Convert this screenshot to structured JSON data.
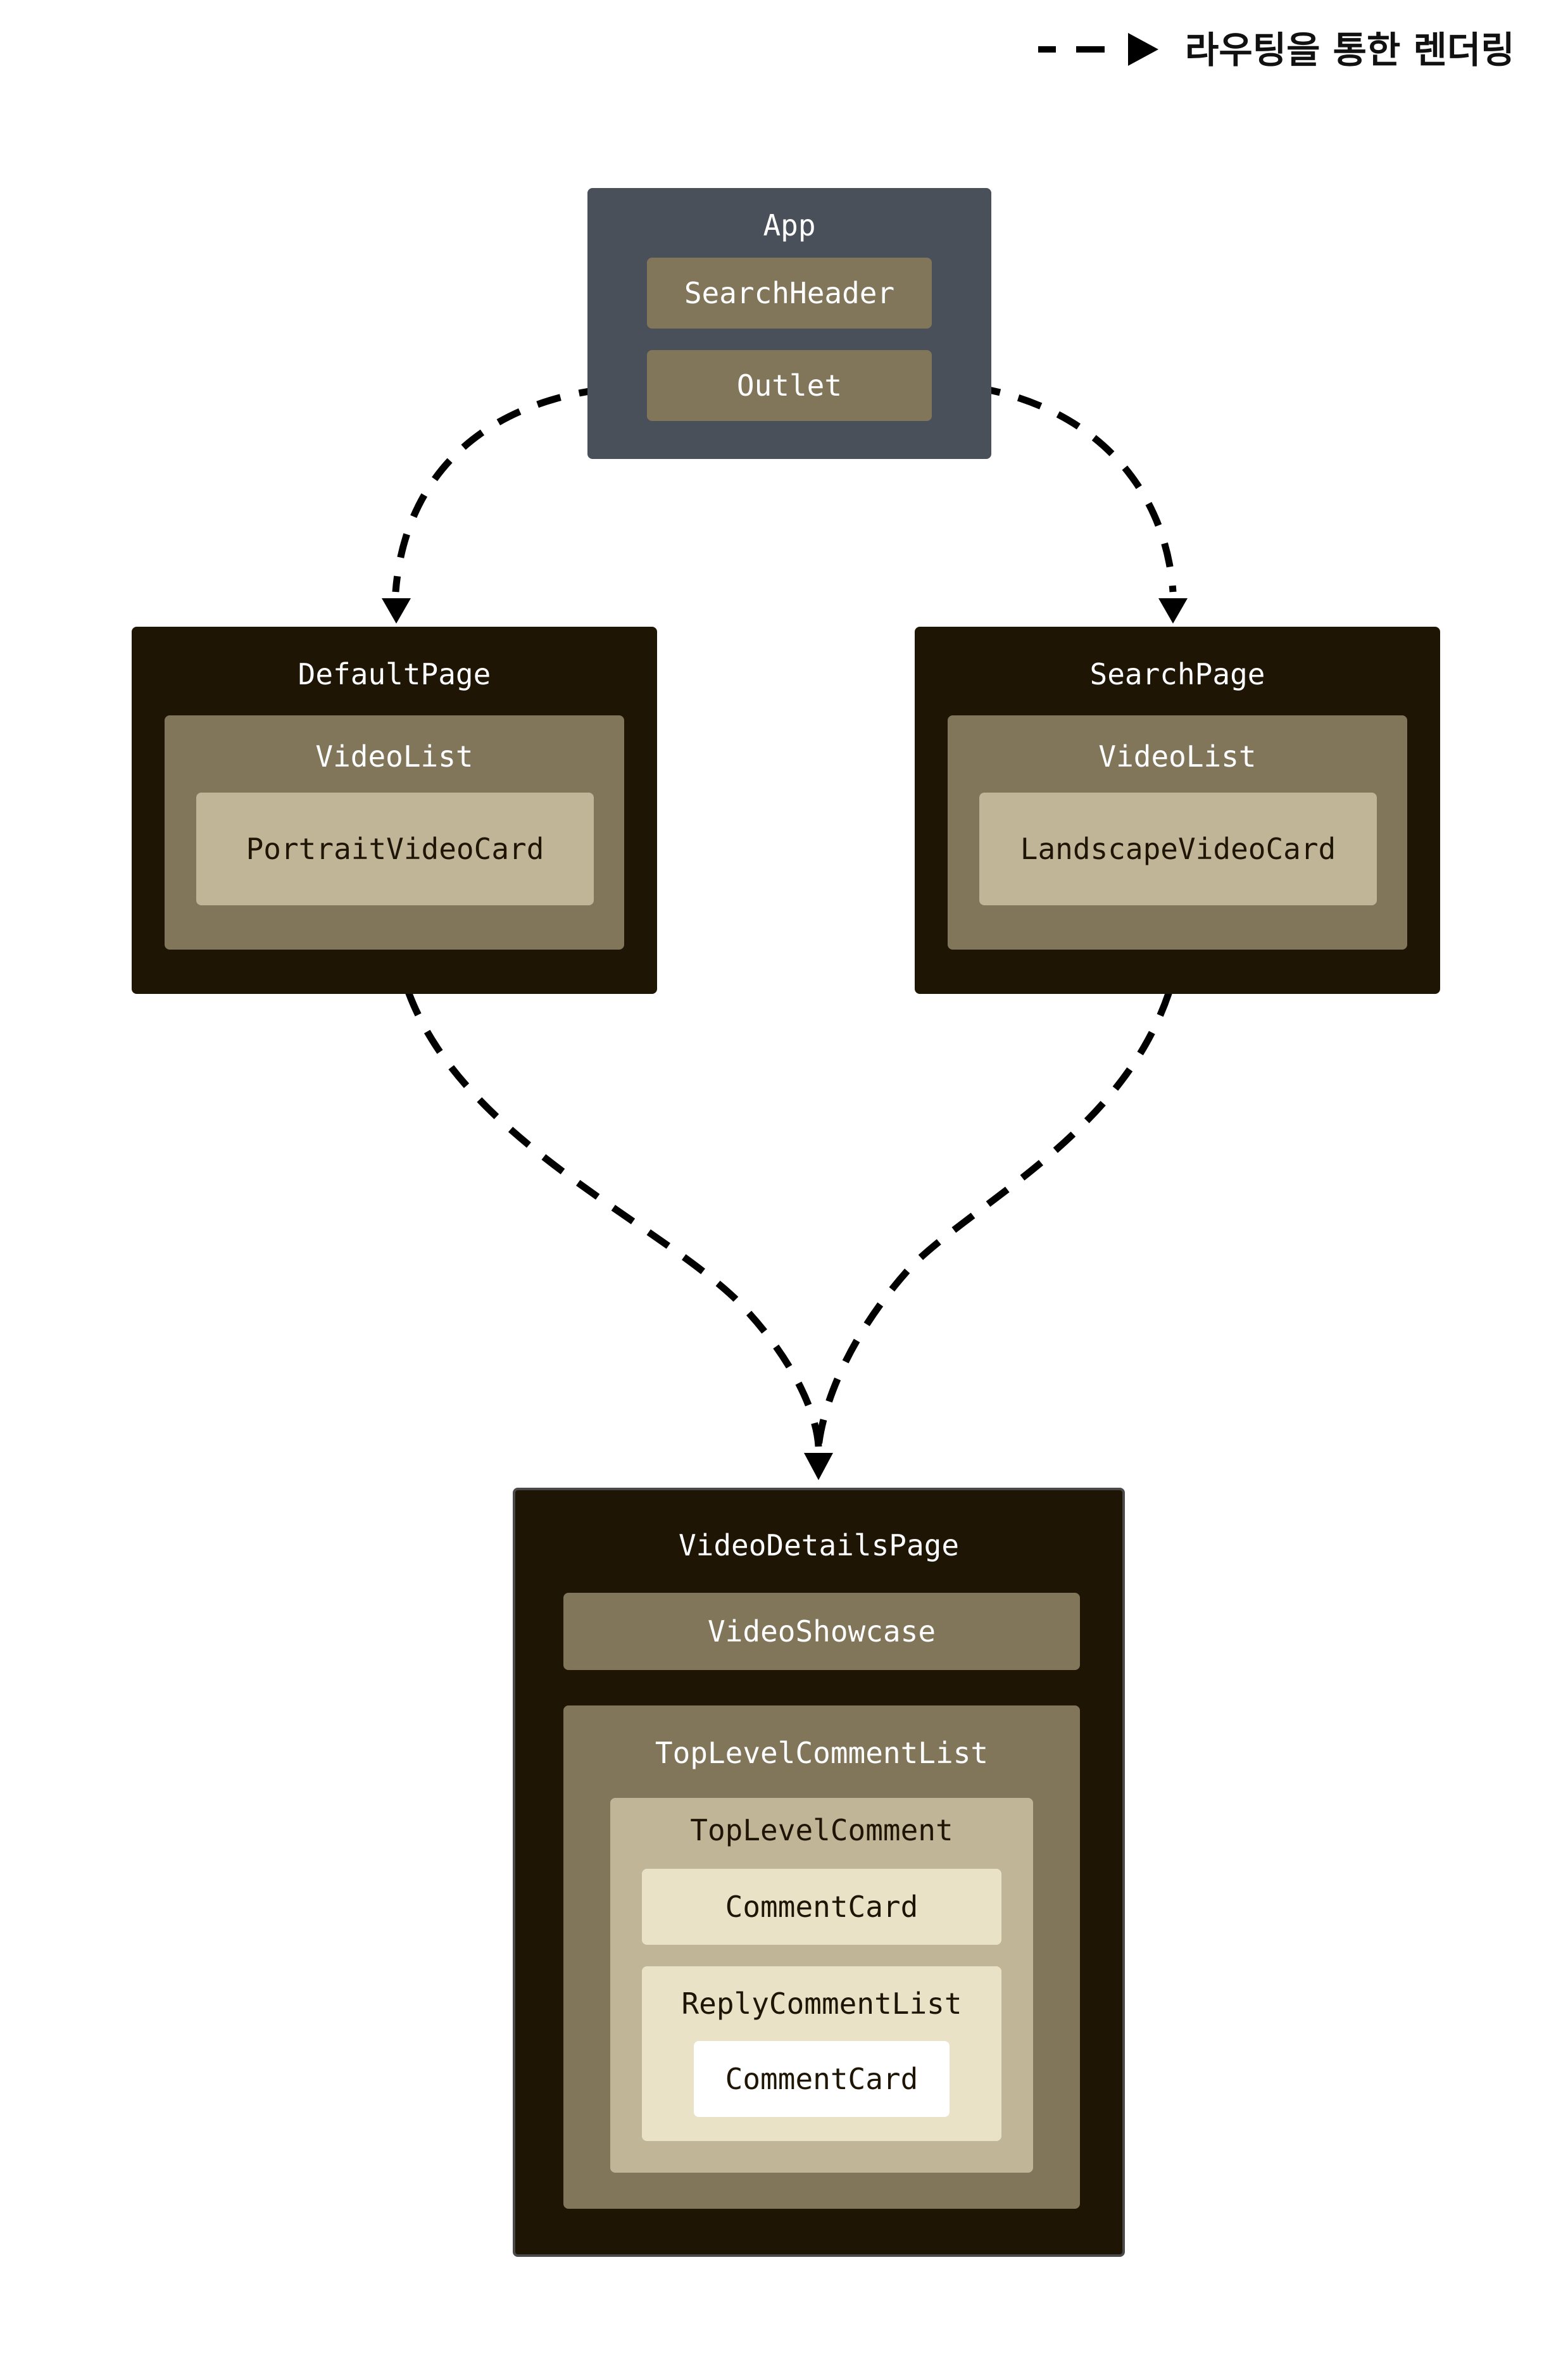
{
  "legend": {
    "label": "라우팅을 통한 렌더링",
    "icon": "dashed-arrow-icon"
  },
  "colors": {
    "app_bg": "#4a505a",
    "page_bg": "#1e1505",
    "level1": "#82765a",
    "level2": "#c1b598",
    "level3": "#e9e2c6",
    "level4": "#ffffff",
    "light_text": "#ffffff",
    "dark_text": "#1e1505",
    "connector": "#000000"
  },
  "app": {
    "title": "App",
    "search_header": "SearchHeader",
    "outlet": "Outlet"
  },
  "default_page": {
    "title": "DefaultPage",
    "video_list": "VideoList",
    "video_card": "PortraitVideoCard"
  },
  "search_page": {
    "title": "SearchPage",
    "video_list": "VideoList",
    "video_card": "LandscapeVideoCard"
  },
  "video_details_page": {
    "title": "VideoDetailsPage",
    "video_showcase": "VideoShowcase",
    "top_level_comment_list": "TopLevelCommentList",
    "top_level_comment": "TopLevelComment",
    "comment_card": "CommentCard",
    "reply_comment_list": "ReplyCommentList",
    "reply_comment_card": "CommentCard"
  }
}
